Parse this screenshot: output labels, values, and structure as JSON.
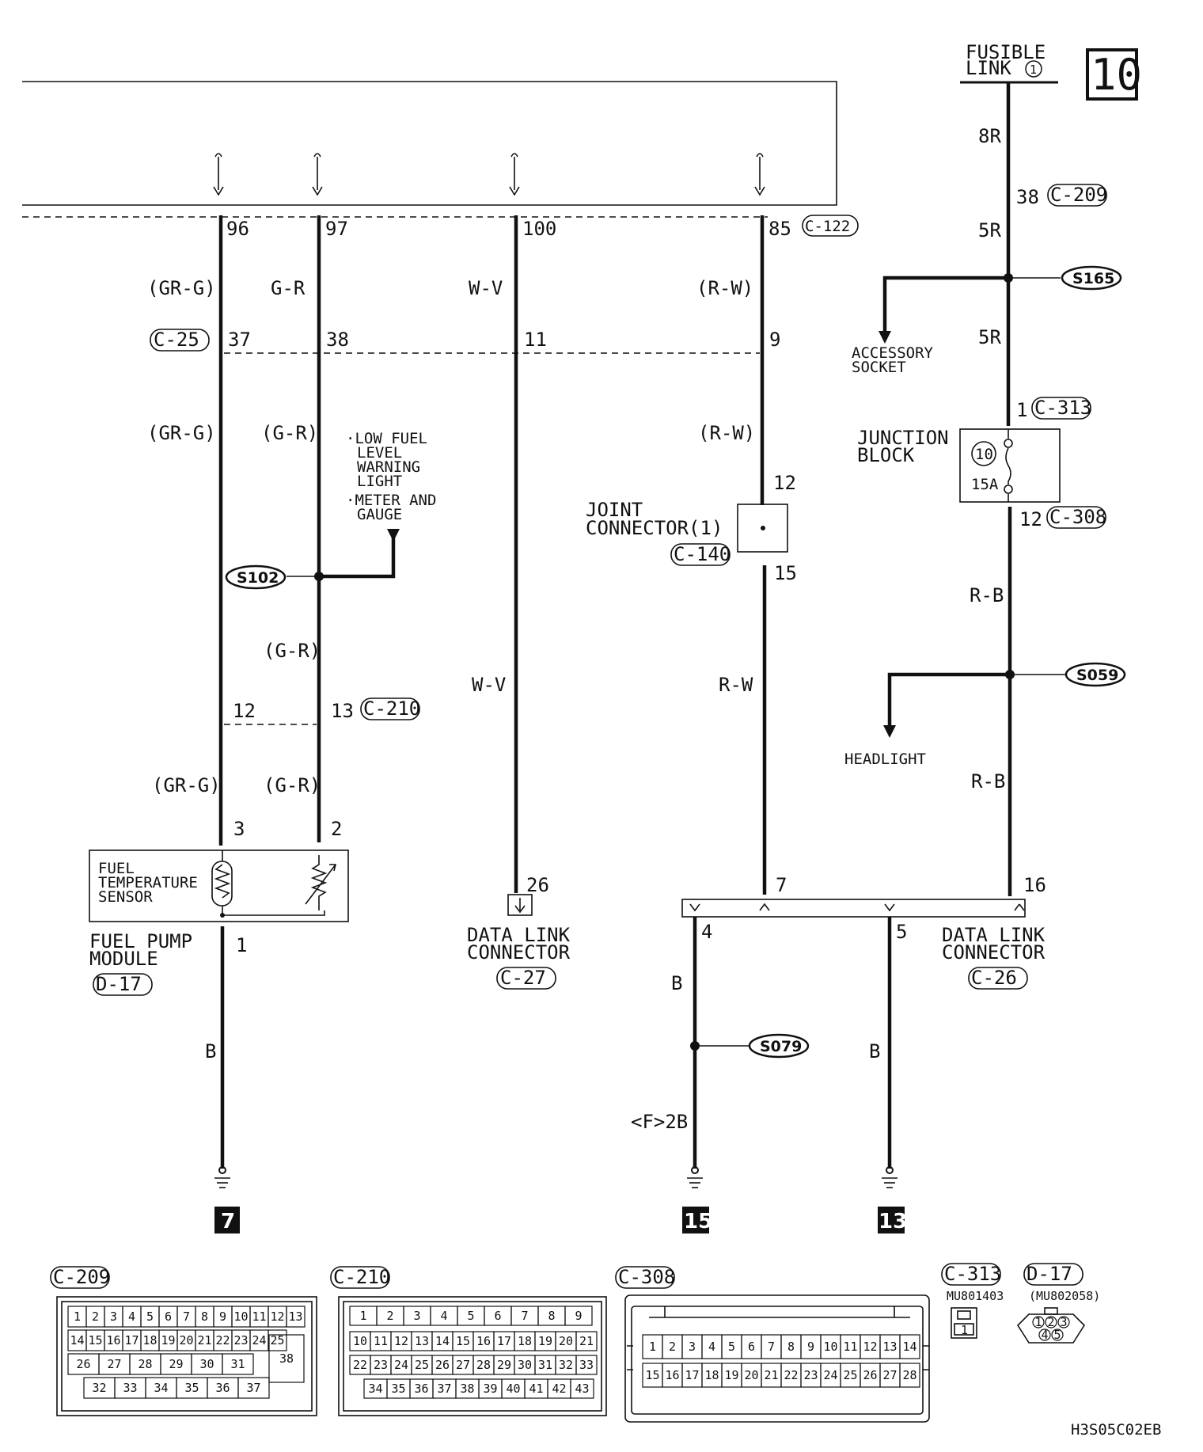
{
  "page_number": "10",
  "fusible_link": {
    "line1": "FUSIBLE",
    "line2": "LINK",
    "num": "1"
  },
  "wire_colors": {
    "w96_upper": "(GR-G)",
    "w97_upper": "G-R",
    "w100_upper": "W-V",
    "w85_upper": "(R-W)",
    "w96_mid": "(GR-G)",
    "w97_mid": "(G-R)",
    "w85_mid": "(R-W)",
    "w97_low": "(G-R)",
    "w100_low": "W-V",
    "w85_low": "R-W",
    "w96_bottom": "(GR-G)",
    "w97_bottom": "(G-R)",
    "gnd_left": "B",
    "gnd_mid": "B",
    "gnd_mid_f": "<F>2B",
    "gnd_right": "B",
    "right_8r": "8R",
    "right_5r_a": "5R",
    "right_5r_b": "5R",
    "right_rb_a": "R-B",
    "right_rb_b": "R-B"
  },
  "pins": {
    "c122": [
      "96",
      "97",
      "100",
      "85"
    ],
    "c25": [
      "37",
      "38",
      "11",
      "9"
    ],
    "c210": [
      "12",
      "13"
    ],
    "module": [
      "3",
      "2",
      "1"
    ],
    "dlc27": "26",
    "joint_in": "12",
    "joint_out": "15",
    "dlc26": [
      "7",
      "16",
      "4",
      "5"
    ],
    "c209": "38",
    "c313": "1",
    "c308": "12"
  },
  "connectors": {
    "c122": "C-122",
    "c25": "C-25",
    "c210": "C-210",
    "c209": "C-209",
    "c313": "C-313",
    "c308": "C-308",
    "c140": "C-140",
    "d17": "D-17",
    "c27": "C-27",
    "c26": "C-26"
  },
  "splices": {
    "s102": "S102",
    "s165": "S165",
    "s059": "S059",
    "s079": "S079"
  },
  "labels": {
    "low_fuel": [
      "·LOW FUEL",
      "LEVEL",
      "WARNING",
      "LIGHT"
    ],
    "meter": [
      "·METER AND",
      "GAUGE"
    ],
    "accessory": [
      "ACCESSORY",
      "SOCKET"
    ],
    "junction": [
      "JUNCTION",
      "BLOCK"
    ],
    "fuse_num": "10",
    "fuse_amp": "15A",
    "joint": [
      "JOINT",
      "CONNECTOR(1)"
    ],
    "headlight": "HEADLIGHT",
    "fuel_temp": [
      "FUEL",
      "TEMPERATURE",
      "SENSOR"
    ],
    "fuel_pump": [
      "FUEL PUMP",
      "MODULE"
    ],
    "dlc_left": [
      "DATA LINK",
      "CONNECTOR"
    ],
    "dlc_right": [
      "DATA LINK",
      "CONNECTOR"
    ]
  },
  "grounds": [
    "7",
    "15",
    "13"
  ],
  "bottom_connectors": {
    "c209": {
      "name": "C-209",
      "row1": [
        "1",
        "2",
        "3",
        "4",
        "5",
        "6",
        "7",
        "8",
        "9",
        "10",
        "11",
        "12",
        "13"
      ],
      "row2": [
        "14",
        "15",
        "16",
        "17",
        "18",
        "19",
        "20",
        "21",
        "22",
        "23",
        "24",
        "25"
      ],
      "row3": [
        "26",
        "27",
        "28",
        "29",
        "30",
        "31"
      ],
      "row4": [
        "32",
        "33",
        "34",
        "35",
        "36",
        "37"
      ],
      "big": "38"
    },
    "c210": {
      "name": "C-210",
      "row1": [
        "1",
        "2",
        "3",
        "4",
        "5",
        "6",
        "7",
        "8",
        "9"
      ],
      "row2": [
        "10",
        "11",
        "12",
        "13",
        "14",
        "15",
        "16",
        "17",
        "18",
        "19",
        "20",
        "21"
      ],
      "row3": [
        "22",
        "23",
        "24",
        "25",
        "26",
        "27",
        "28",
        "29",
        "30",
        "31",
        "32",
        "33"
      ],
      "row4": [
        "34",
        "35",
        "36",
        "37",
        "38",
        "39",
        "40",
        "41",
        "42",
        "43"
      ]
    },
    "c308": {
      "name": "C-308",
      "row1": [
        "1",
        "2",
        "3",
        "4",
        "5",
        "6",
        "7",
        "8",
        "9",
        "10",
        "11",
        "12",
        "13",
        "14"
      ],
      "row2": [
        "15",
        "16",
        "17",
        "18",
        "19",
        "20",
        "21",
        "22",
        "23",
        "24",
        "25",
        "26",
        "27",
        "28"
      ]
    },
    "c313": {
      "name": "C-313",
      "part": "MU801403",
      "pin": "1"
    },
    "d17": {
      "name": "D-17",
      "part": "(MU802058)",
      "pins": [
        "1",
        "2",
        "3",
        "4",
        "5"
      ]
    }
  },
  "drawing_code": "H3S05C02EB"
}
